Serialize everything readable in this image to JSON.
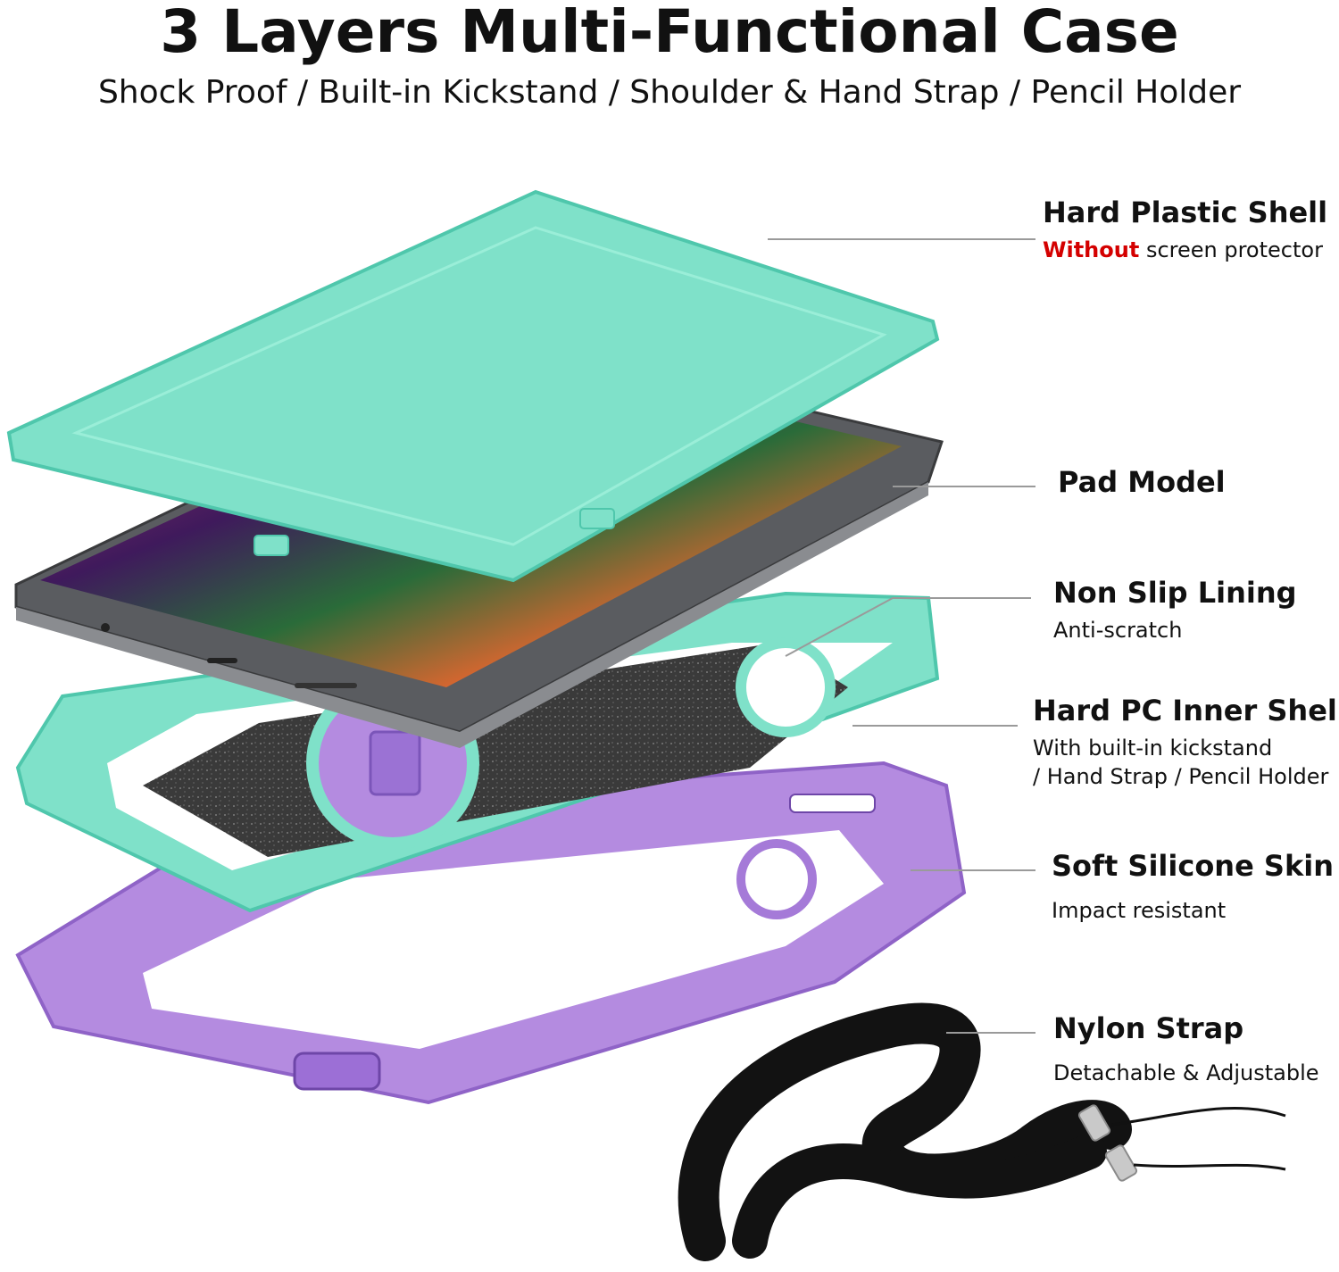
{
  "title": "3 Layers Multi-Functional Case",
  "subtitle": "Shock Proof / Built-in Kickstand / Shoulder & Hand Strap / Pencil Holder",
  "colors": {
    "mint": "#7fe1c9",
    "mint_dark": "#4fc7ac",
    "lavender": "#b48be0",
    "lavender_dark": "#8f63c7",
    "tablet_frame": "#5a5c60",
    "strap": "#121212",
    "accent_red": "#d40000"
  },
  "labels": {
    "hard_plastic_shell": {
      "title": "Hard Plastic Shell",
      "desc_highlight": "Without",
      "desc_rest": " screen protector"
    },
    "pad_model": {
      "title": "Pad Model"
    },
    "non_slip_lining": {
      "title": "Non Slip Lining",
      "desc": "Anti-scratch"
    },
    "hard_pc_inner_shell": {
      "title": "Hard PC Inner Shell",
      "desc1": "With built-in kickstand",
      "desc2": "/ Hand Strap / Pencil Holder"
    },
    "soft_silicone_skin": {
      "title": "Soft Silicone Skin",
      "desc": "Impact resistant"
    },
    "nylon_strap": {
      "title": "Nylon Strap",
      "desc": "Detachable & Adjustable"
    }
  }
}
